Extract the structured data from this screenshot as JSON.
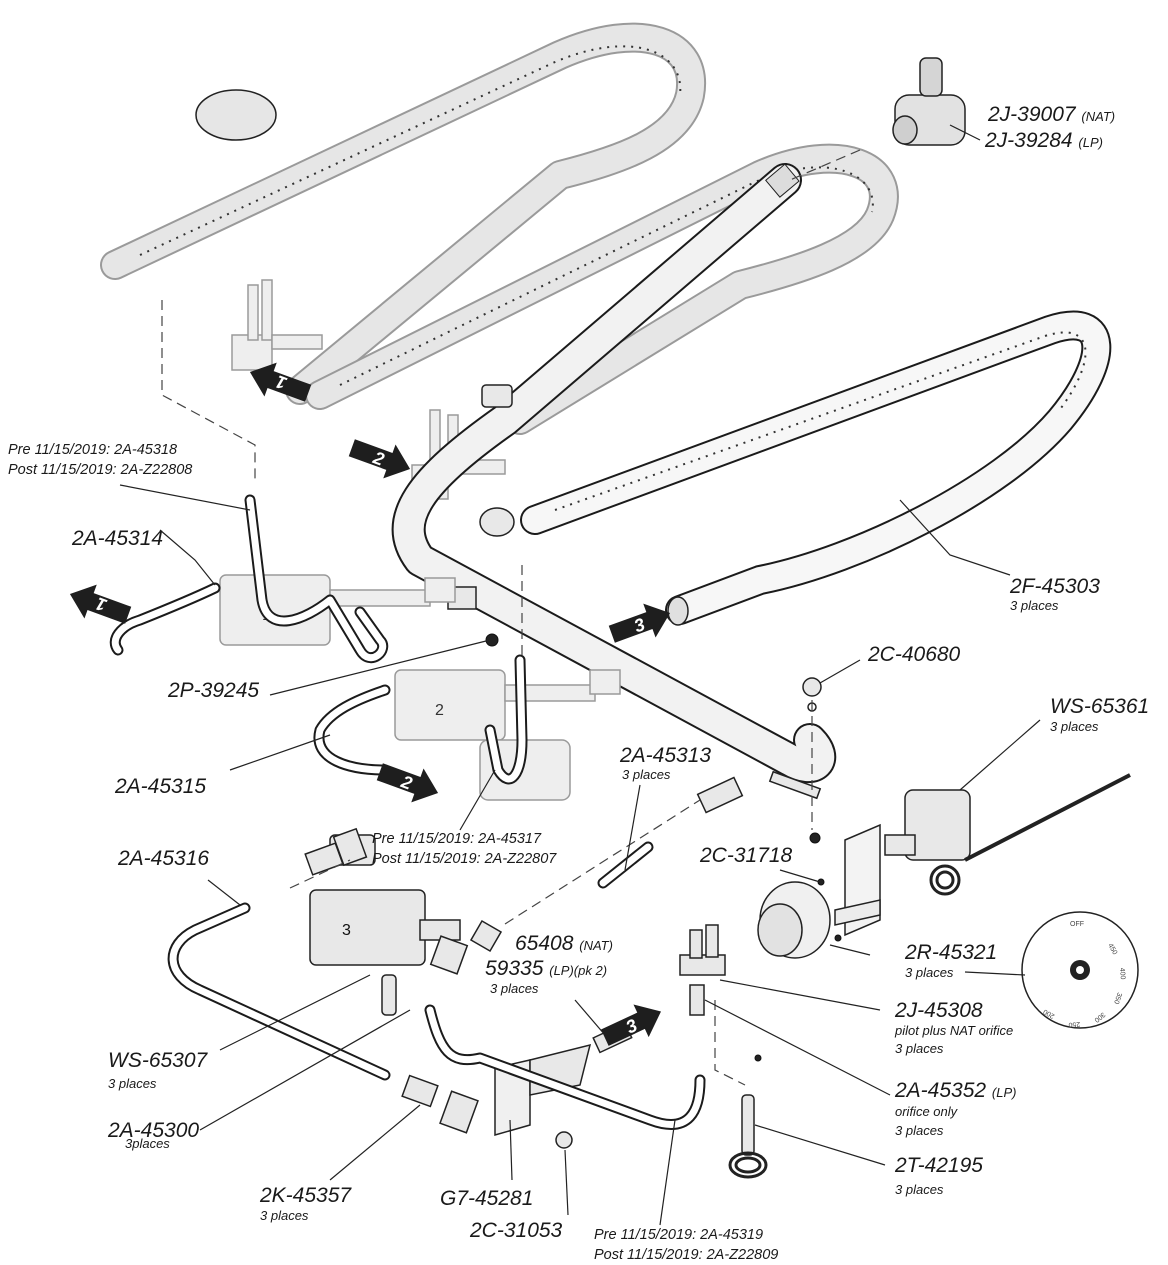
{
  "labels": {
    "l_39007": "2J-39007",
    "l_39007_s": "(NAT)",
    "l_39284": "2J-39284",
    "l_39284_s": "(LP)",
    "l_pre318": "Pre 11/15/2019: 2A-45318",
    "l_post808": "Post 11/15/2019: 2A-Z22808",
    "l_45314": "2A-45314",
    "l_45303": "2F-45303",
    "l_45303_s": "3 places",
    "l_40680": "2C-40680",
    "l_65361": "WS-65361",
    "l_65361_s": "3 places",
    "l_39245": "2P-39245",
    "l_45313": "2A-45313",
    "l_45313_s": "3 places",
    "l_45315": "2A-45315",
    "l_pre317": "Pre 11/15/2019: 2A-45317",
    "l_post807": "Post 11/15/2019: 2A-Z22807",
    "l_45316": "2A-45316",
    "l_31718": "2C-31718",
    "l_65408": "65408",
    "l_65408_s": "(NAT)",
    "l_59335": "59335",
    "l_59335_s": "(LP)(pk 2)",
    "l_59335_p": "3 places",
    "l_45321": "2R-45321",
    "l_45321_s": "3 places",
    "l_45308": "2J-45308",
    "l_45308_s": "pilot plus NAT orifice",
    "l_45308_p": "3 places",
    "l_65307": "WS-65307",
    "l_65307_s": "3 places",
    "l_45352": "2A-45352",
    "l_45352_s": "(LP)",
    "l_45352_d": "orifice only",
    "l_45352_p": "3 places",
    "l_45300": "2A-45300",
    "l_45300_s": "3places",
    "l_42195": "2T-42195",
    "l_42195_s": "3 places",
    "l_45357": "2K-45357",
    "l_45357_s": "3 places",
    "l_45281": "G7-45281",
    "l_31053": "2C-31053",
    "l_pre319": "Pre 11/15/2019: 2A-45319",
    "l_post809": "Post 11/15/2019: 2A-Z22809"
  },
  "flow_markers": [
    "1",
    "2",
    "3"
  ],
  "valve_numbers": [
    "1",
    "2",
    "3"
  ],
  "dial": {
    "off": "OFF",
    "ticks": [
      "450",
      "400",
      "350",
      "300",
      "250",
      "200"
    ]
  }
}
